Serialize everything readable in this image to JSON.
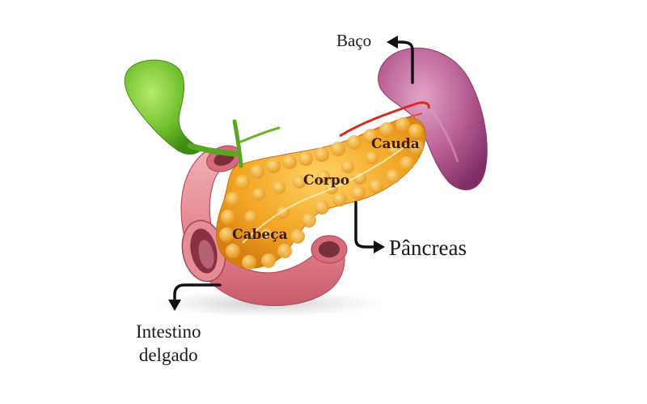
{
  "labels": {
    "baco": "Baço",
    "pancreas": "Pâncreas",
    "intestino_line1": "Intestino",
    "intestino_line2": "delgado",
    "cauda": "Cauda",
    "corpo": "Corpo",
    "cabeca": "Cabeça"
  },
  "colors": {
    "background": "#ffffff",
    "gallbladder": "#6fbf2a",
    "pancreas": "#f0a21e",
    "spleen": "#b05a8c",
    "intestine": "#e98b95",
    "arrow": "#111111"
  }
}
